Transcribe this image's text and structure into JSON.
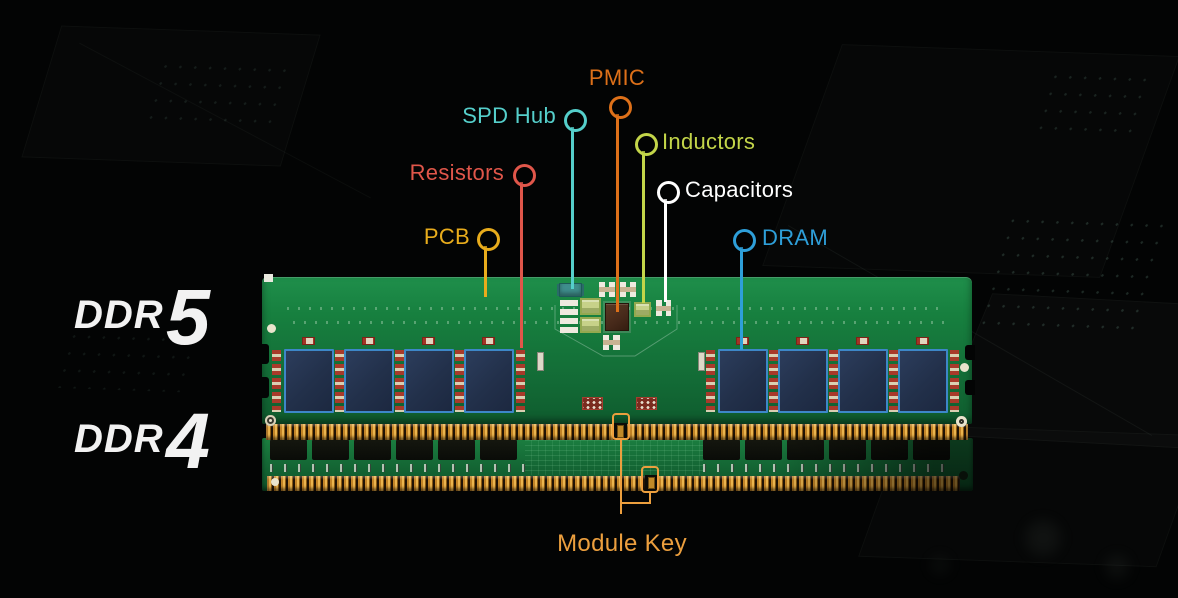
{
  "diagram": {
    "subject": "DDR5 vs DDR4 memory module component comparison",
    "generations": [
      {
        "name": "DDR",
        "number": "5"
      },
      {
        "name": "DDR",
        "number": "4"
      }
    ],
    "callouts": [
      {
        "id": "pmic",
        "label": "PMIC",
        "color": "#DD7019"
      },
      {
        "id": "spd-hub",
        "label": "SPD Hub",
        "color": "#55CFCB"
      },
      {
        "id": "resistors",
        "label": "Resistors",
        "color": "#E0564A"
      },
      {
        "id": "inductors",
        "label": "Inductors",
        "color": "#C3D549"
      },
      {
        "id": "capacitors",
        "label": "Capacitors",
        "color": "#FFFFFF"
      },
      {
        "id": "pcb",
        "label": "PCB",
        "color": "#E8AC1C"
      },
      {
        "id": "dram",
        "label": "DRAM",
        "color": "#2E9FD9"
      }
    ],
    "module_key": {
      "label": "Module Key",
      "color": "#EC9F3E"
    },
    "ddr5_module": {
      "dram_chips_visible": 8
    },
    "colors": {
      "background": "#030404",
      "pcb_green": "#16763B",
      "gold_pins": "#D99A2B",
      "dram_chip": "#253550",
      "dram_chip_border": "#3D87C8",
      "title_text": "#F2F2F2"
    }
  }
}
